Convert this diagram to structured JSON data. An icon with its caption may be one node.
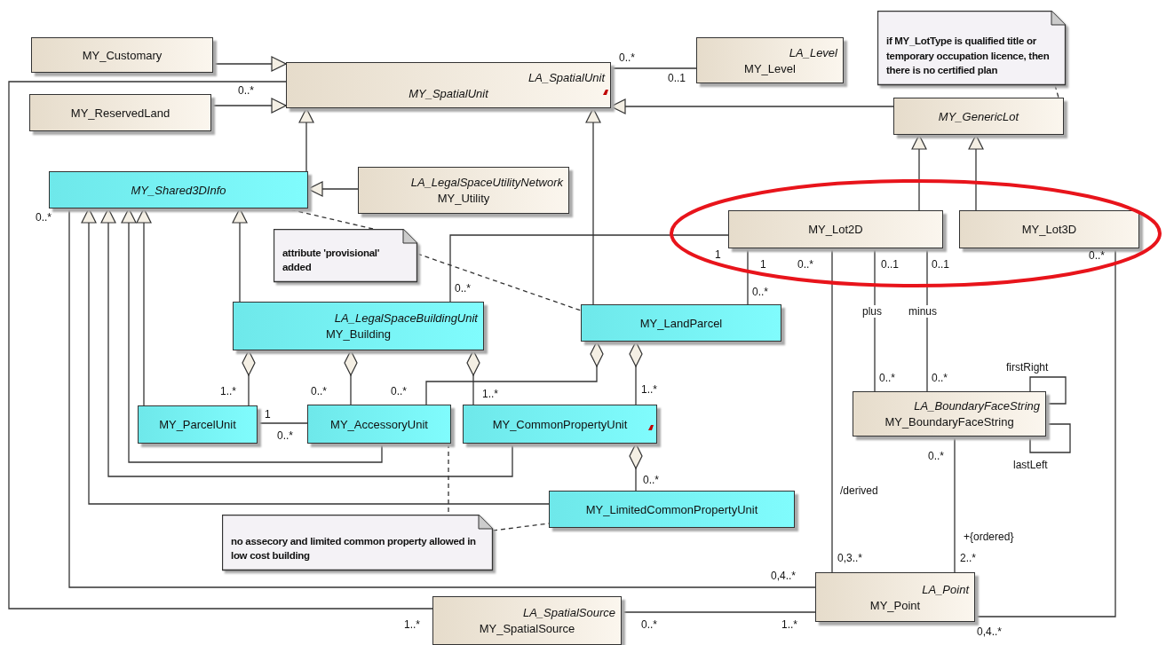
{
  "diagram": {
    "nodes": [
      {
        "text": [
          "MY_Customary"
        ]
      },
      {
        "text": [
          "LA_SpatialUnit",
          "MY_SpatialUnit"
        ]
      },
      {
        "text": [
          "LA_Level",
          "MY_Level"
        ]
      },
      {
        "text": [
          "if MY_LotType is qualified title or temporary occupation licence, then there is no certified plan"
        ]
      },
      {
        "text": [
          "MY_ReservedLand"
        ]
      },
      {
        "text": [
          "MY_GenericLot"
        ]
      },
      {
        "text": [
          "MY_Shared3DInfo"
        ]
      },
      {
        "text": [
          "LA_LegalSpaceUtilityNetwork",
          "MY_Utility"
        ]
      },
      {
        "text": [
          "MY_Lot2D"
        ]
      },
      {
        "text": [
          "MY_Lot3D"
        ]
      },
      {
        "text": [
          "attribute 'provisional' added"
        ]
      },
      {
        "text": [
          "LA_LegalSpaceBuildingUnit",
          "MY_Building"
        ]
      },
      {
        "text": [
          "MY_LandParcel"
        ]
      },
      {
        "text": [
          "LA_BoundaryFaceString",
          "MY_BoundaryFaceString"
        ]
      },
      {
        "text": [
          "MY_ParcelUnit"
        ]
      },
      {
        "text": [
          "MY_AccessoryUnit"
        ]
      },
      {
        "text": [
          "MY_CommonPropertyUnit"
        ]
      },
      {
        "text": [
          "MY_LimitedCommonPropertyUnit"
        ]
      },
      {
        "text": [
          "no assecory and limited common property allowed in low cost building"
        ]
      },
      {
        "text": [
          "LA_Point",
          "MY_Point"
        ]
      },
      {
        "text": [
          "LA_SpatialSource",
          "MY_SpatialSource"
        ]
      }
    ],
    "edges": [
      {
        "from": 0,
        "to": 1,
        "arrow": "to"
      },
      {
        "from": 4,
        "to": 1,
        "arrow": "to"
      },
      {
        "from": 6,
        "to": 1,
        "arrow": "to"
      },
      {
        "from": 7,
        "to": 6,
        "arrow": "to"
      },
      {
        "from": 1,
        "to": 2,
        "arrow": "none"
      },
      {
        "from": 5,
        "to": 1,
        "arrow": "to"
      },
      {
        "from": 12,
        "to": 1,
        "arrow": "to"
      },
      {
        "from": 8,
        "to": 5,
        "arrow": "to"
      },
      {
        "from": 9,
        "to": 5,
        "arrow": "to"
      },
      {
        "from": 3,
        "to": 5,
        "arrow": "none",
        "style": "dashed"
      },
      {
        "from": 10,
        "to": 6,
        "arrow": "none",
        "style": "dashed"
      },
      {
        "from": 10,
        "to": 12,
        "arrow": "none",
        "style": "dashed"
      },
      {
        "from": 11,
        "to": 6,
        "arrow": "to"
      },
      {
        "from": 14,
        "to": 6,
        "arrow": "to"
      },
      {
        "from": 15,
        "to": 6,
        "arrow": "to"
      },
      {
        "from": 16,
        "to": 6,
        "arrow": "to"
      },
      {
        "from": 17,
        "to": 6,
        "arrow": "to"
      },
      {
        "from": 6,
        "to": 19,
        "arrow": "none"
      },
      {
        "from": 1,
        "to": 20,
        "arrow": "none"
      },
      {
        "from": 11,
        "to": 14,
        "arrow": "other"
      },
      {
        "from": 11,
        "to": 15,
        "arrow": "other"
      },
      {
        "from": 11,
        "to": 16,
        "arrow": "other"
      },
      {
        "from": 12,
        "to": 15,
        "arrow": "other"
      },
      {
        "from": 12,
        "to": 16,
        "arrow": "other"
      },
      {
        "from": 16,
        "to": 17,
        "arrow": "other"
      },
      {
        "from": 14,
        "to": 15,
        "arrow": "none"
      },
      {
        "from": 8,
        "to": 11,
        "arrow": "none"
      },
      {
        "from": 8,
        "to": 12,
        "arrow": "none"
      },
      {
        "from": 8,
        "to": 19,
        "arrow": "none",
        "label": "/derived"
      },
      {
        "from": 8,
        "to": 13,
        "arrow": "none",
        "label": "plus"
      },
      {
        "from": 8,
        "to": 13,
        "arrow": "none",
        "label": "minus"
      },
      {
        "from": 13,
        "to": 13,
        "arrow": "none",
        "label": "firstRight"
      },
      {
        "from": 13,
        "to": 13,
        "arrow": "none",
        "label": "lastLeft"
      },
      {
        "from": 13,
        "to": 19,
        "arrow": "none",
        "label": "+{ordered}"
      },
      {
        "from": 9,
        "to": 19,
        "arrow": "none"
      },
      {
        "from": 20,
        "to": 19,
        "arrow": "none"
      },
      {
        "from": 15,
        "to": 18,
        "arrow": "none",
        "style": "dashed"
      },
      {
        "from": 18,
        "to": 17,
        "arrow": "none",
        "style": "dashed"
      }
    ],
    "labels": [
      "0..*",
      "0..1",
      "0..*",
      "0..*",
      "1",
      "1",
      "0..*",
      "0..1",
      "0..1",
      "0..*",
      "0..*",
      "0..*",
      "0..*",
      "0..*",
      "1..*",
      "0..*",
      "0..*",
      "1..*",
      "1..*",
      "1",
      "0..*",
      "0..*",
      "0..*",
      "0,3..*",
      "2..*",
      "0,4..*",
      "1..*",
      "0..*",
      "1..*",
      "0,4..*"
    ]
  }
}
